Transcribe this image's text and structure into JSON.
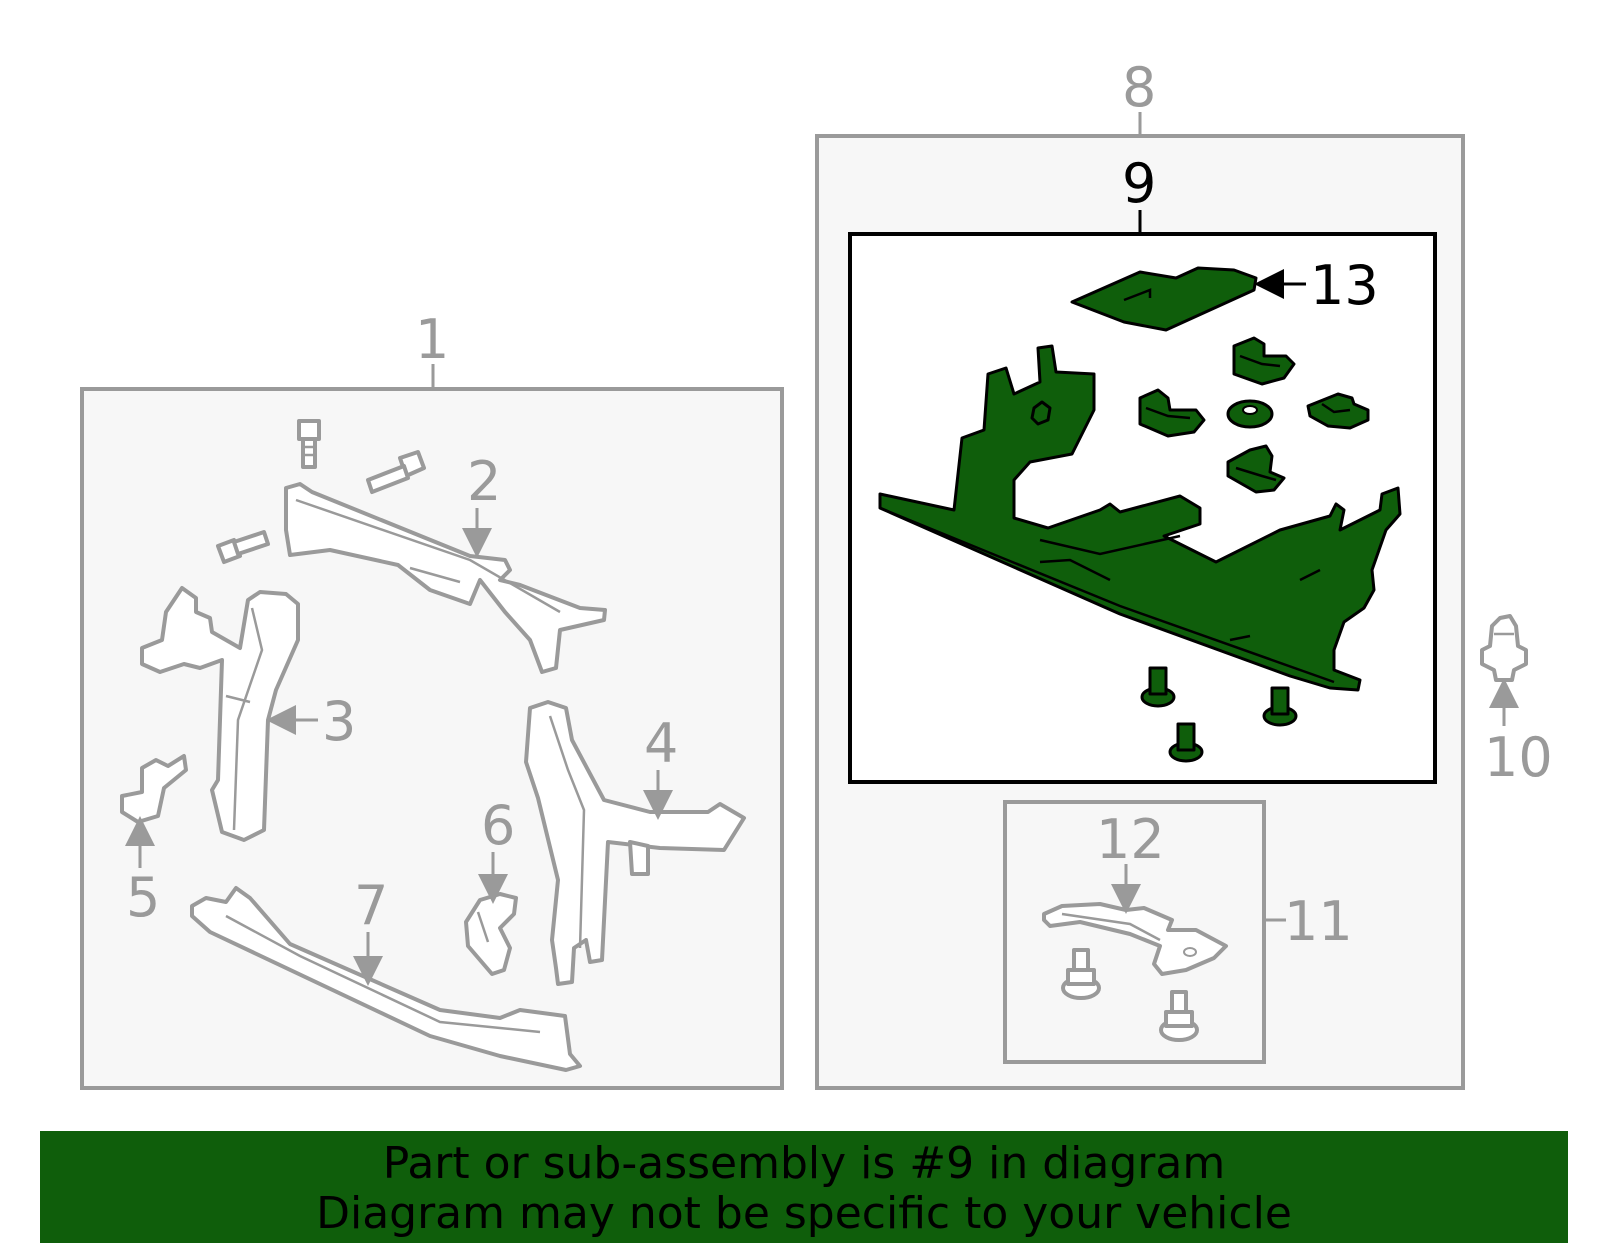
{
  "callouts": {
    "c1": "1",
    "c2": "2",
    "c3": "3",
    "c4": "4",
    "c5": "5",
    "c6": "6",
    "c7": "7",
    "c8": "8",
    "c9": "9",
    "c10": "10",
    "c11": "11",
    "c12": "12",
    "c13": "13"
  },
  "banner": {
    "line1": "Part or sub-assembly is #9 in diagram",
    "line2": "Diagram may not be specific to your vehicle"
  },
  "colors": {
    "highlight": "#0f5e0b",
    "outline_gray": "#9a9a9a",
    "box_fill": "#f7f7f7"
  }
}
